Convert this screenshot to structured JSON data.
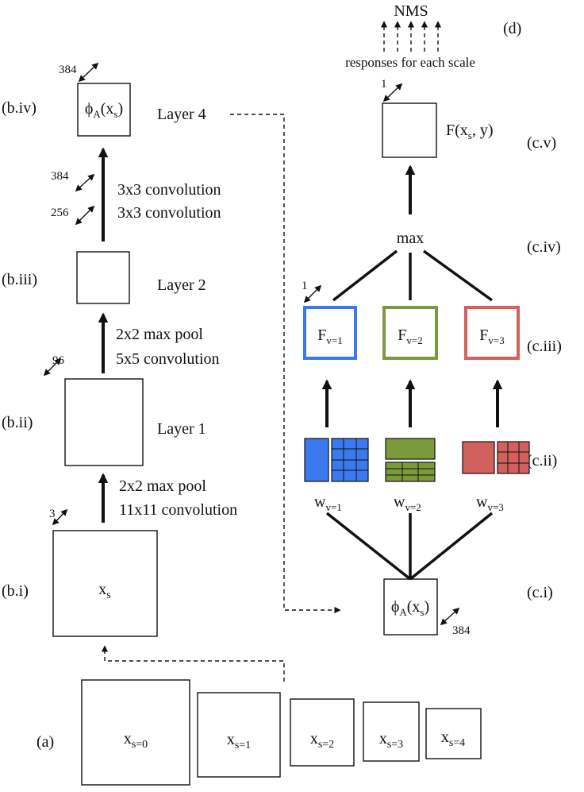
{
  "labels": {
    "a": "(a)",
    "bi": "(b.i)",
    "bii": "(b.ii)",
    "biii": "(b.iii)",
    "biv": "(b.iv)",
    "ci": "(c.i)",
    "cii": "(c.ii)",
    "ciii": "(c.iii)",
    "civ": "(c.iv)",
    "cv": "(c.v)",
    "d": "(d)"
  },
  "scales": [
    {
      "base": "x",
      "sub": "s=0"
    },
    {
      "base": "x",
      "sub": "s=1"
    },
    {
      "base": "x",
      "sub": "s=2"
    },
    {
      "base": "x",
      "sub": "s=3"
    },
    {
      "base": "x",
      "sub": "s=4"
    }
  ],
  "cnn": {
    "input": {
      "base": "x",
      "sub": "s"
    },
    "input_channels": "3",
    "step1": [
      "2x2 max pool",
      "11x11 convolution"
    ],
    "layer1": "Layer 1",
    "layer1_channels": "96",
    "step2": [
      "2x2 max pool",
      "5x5 convolution"
    ],
    "layer2": "Layer 2",
    "step3": [
      "3x3 convolution",
      "3x3 convolution"
    ],
    "step3_channels": [
      "384",
      "256"
    ],
    "layer4": "Layer 4",
    "layer4_channels": "384",
    "layer4_box": {
      "pre": "ϕ",
      "sub1": "A",
      "mid": "(x",
      "sub2": "s",
      "post": ")"
    }
  },
  "head": {
    "feature_box": {
      "pre": "ϕ",
      "sub1": "A",
      "mid": "(x",
      "sub2": "s",
      "post": ")"
    },
    "feature_channels": "384",
    "weights": [
      {
        "base": "w",
        "sub": "v=1",
        "color": "#3b79ef"
      },
      {
        "base": "w",
        "sub": "v=2",
        "color": "#7a9a3c"
      },
      {
        "base": "w",
        "sub": "v=3",
        "color": "#d2605c"
      }
    ],
    "filters": [
      {
        "base": "F",
        "sub": "v=1",
        "color": "#3b79ef"
      },
      {
        "base": "F",
        "sub": "v=2",
        "color": "#7a9a3c"
      },
      {
        "base": "F",
        "sub": "v=3",
        "color": "#d2605c"
      }
    ],
    "filter_channels": "1",
    "max": "max",
    "output": {
      "pre": "F(x",
      "sub": "s",
      "post": ", y)"
    },
    "output_channels": "1",
    "responses": "responses for each scale",
    "nms": "NMS"
  }
}
